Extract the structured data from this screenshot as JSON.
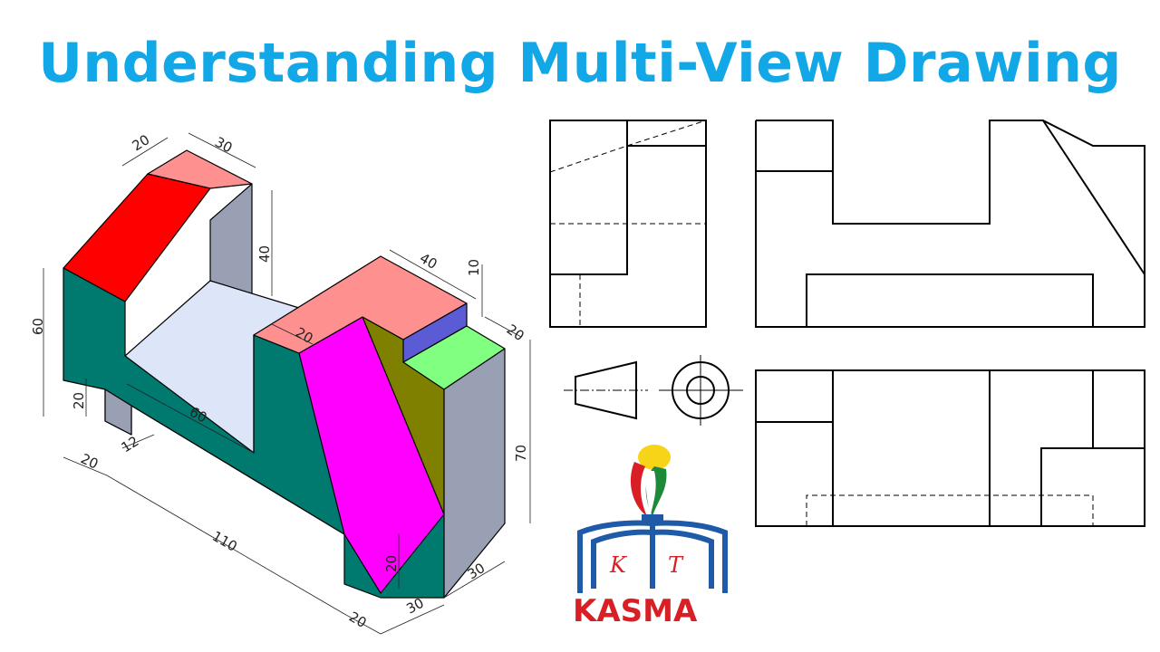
{
  "title": "Understanding Multi-View Drawing",
  "colors": {
    "title": "#12a7e6",
    "front_face": "#00796f",
    "top_red": "#ff0000",
    "top_pink": "#ff9090",
    "side_gray": "#9aa0b4",
    "floor_lavender": "#dde5f8",
    "slope_magenta": "#ff00ff",
    "olive": "#808000",
    "green": "#80ff80",
    "blue": "#5b5bd6",
    "brown": "#7a5230",
    "logo_red": "#d81f26",
    "logo_blue": "#1e5aa8"
  },
  "dimensions": {
    "d1": "20",
    "d2": "30",
    "d3": "40",
    "d4": "60",
    "d5": "20",
    "d6": "60",
    "d7": "12",
    "d8": "20",
    "d9": "110",
    "d10": "20",
    "d11": "30",
    "d12": "30",
    "d13": "20",
    "d14": "70",
    "d15": "40",
    "d16": "10",
    "d17": "20",
    "d18": "20"
  },
  "logo": {
    "name": "KASMA",
    "letter_left": "K",
    "letter_right": "T"
  },
  "projection_symbol": "first-angle-projection-symbol"
}
